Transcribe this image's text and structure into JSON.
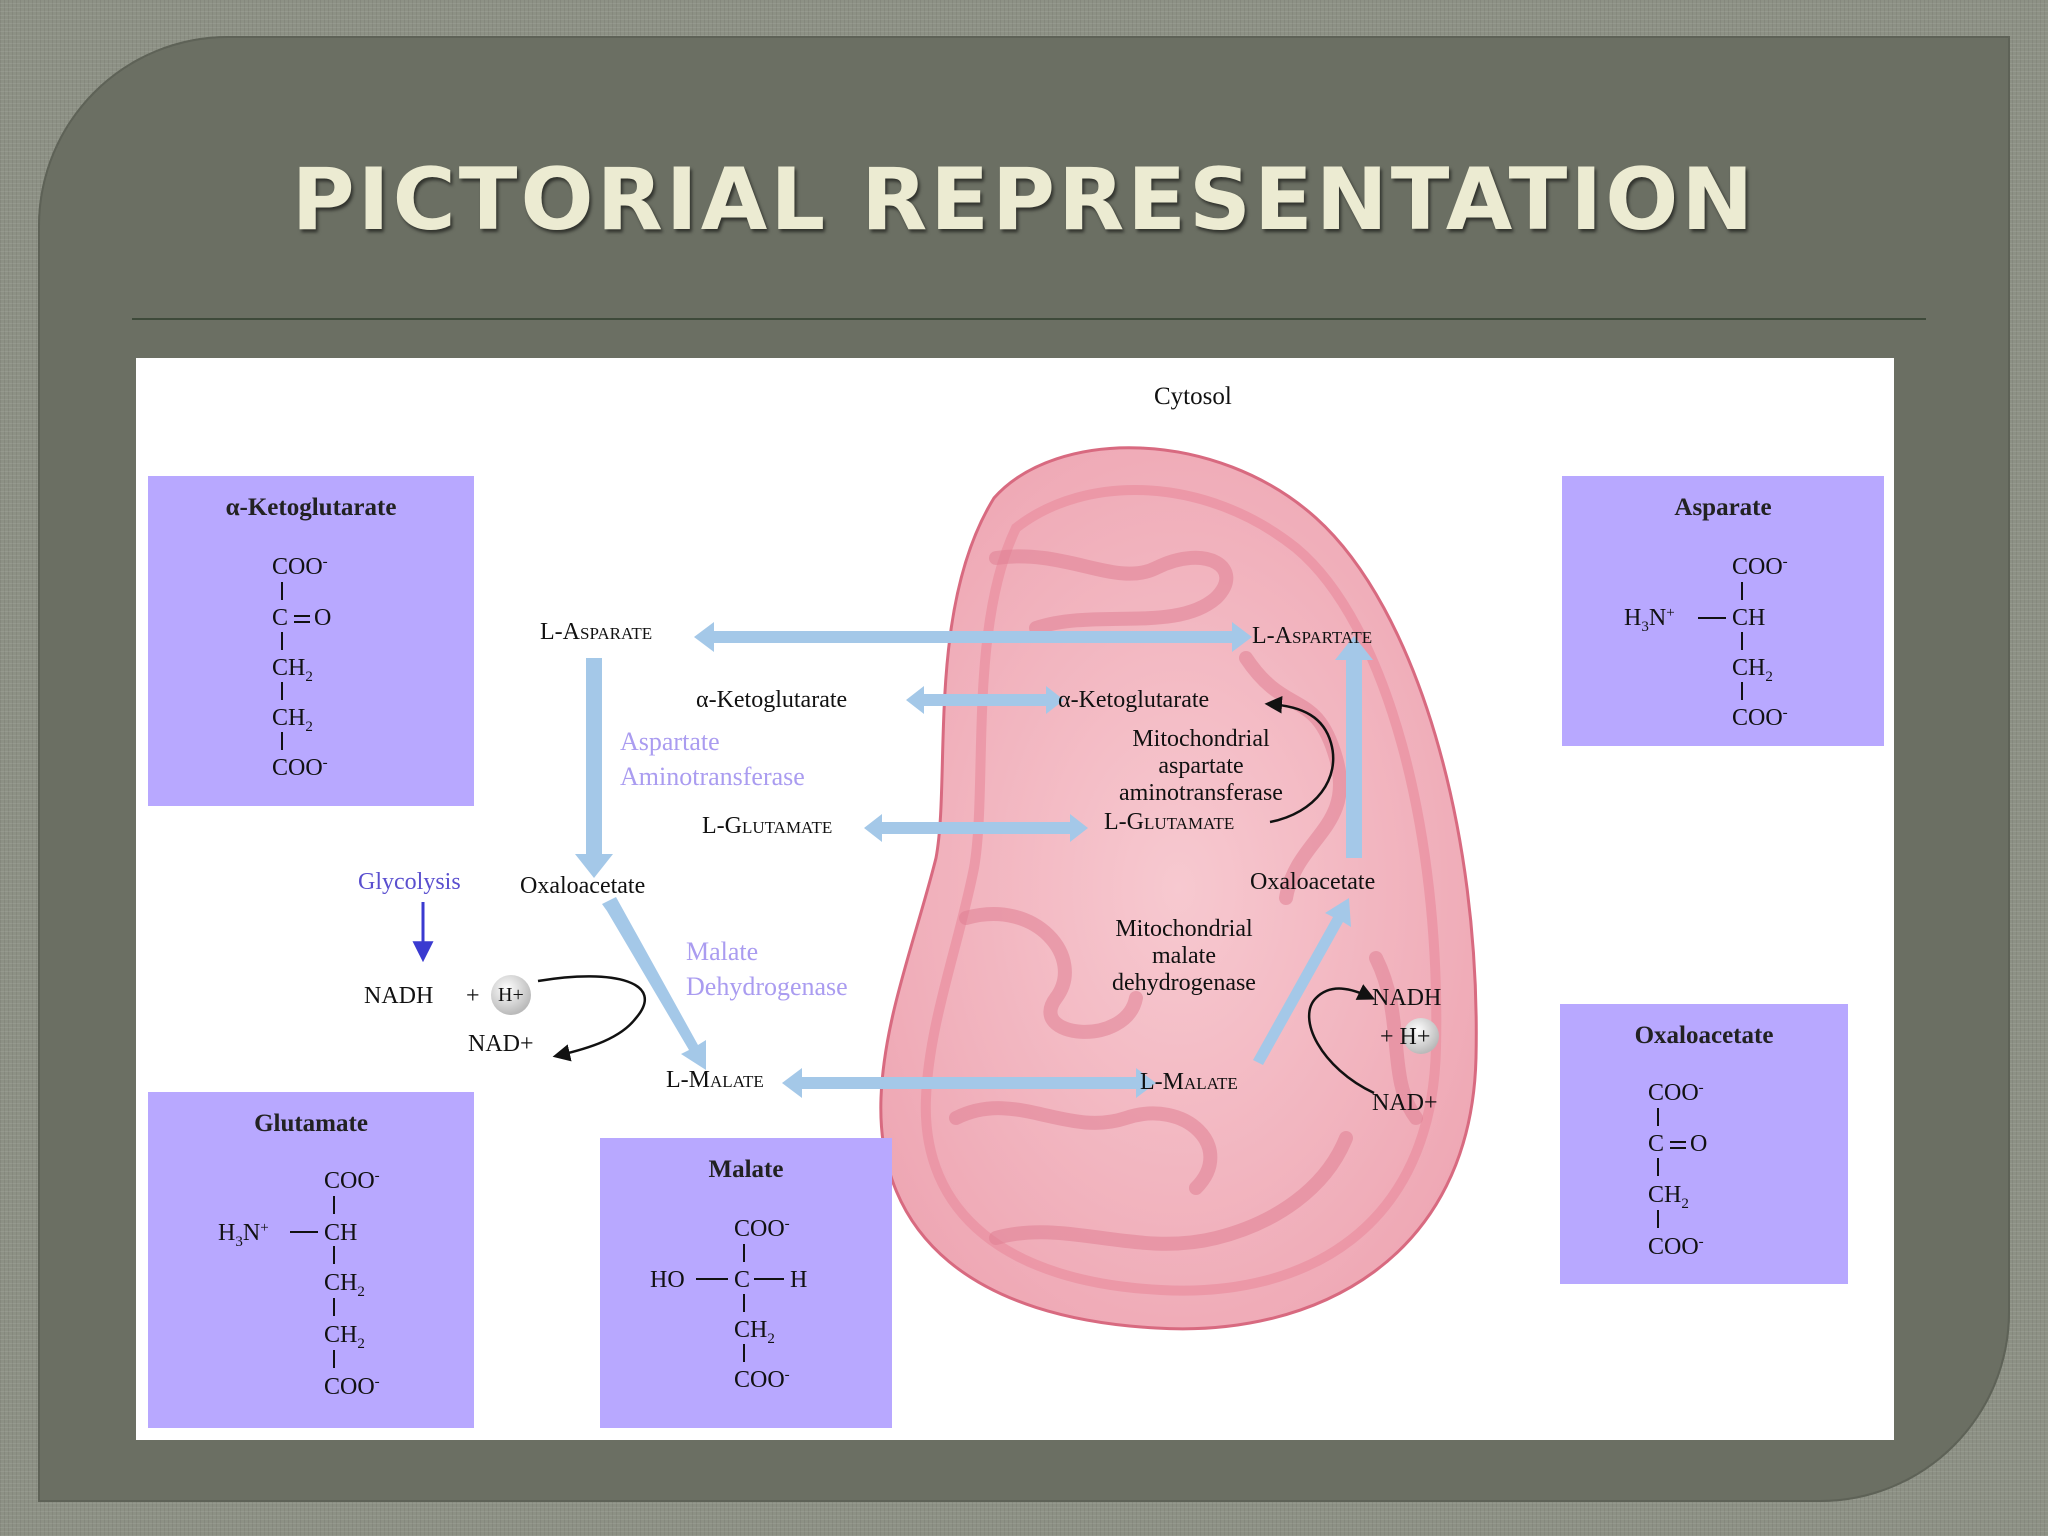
{
  "slide": {
    "title": "PICTORIAL REPRESENTATION"
  },
  "diagram": {
    "region_label": "Cytosol",
    "cytosol": {
      "l_aspartate": "L-Asparate",
      "alpha_kg": "α-Ketoglutarate",
      "l_glutamate": "L-Glutamate",
      "oxaloacetate": "Oxaloacetate",
      "l_malate": "L-Malate",
      "glycolysis": "Glycolysis",
      "nadh": "NADH",
      "plus": "+",
      "h_plus": "H+",
      "nad_plus": "NAD+",
      "enzyme_aat": [
        "Aspartate",
        "Aminotransferase"
      ],
      "enzyme_mdh": [
        "Malate",
        "Dehydrogenase"
      ]
    },
    "mitochondrion": {
      "l_aspartate": "L-Aspartate",
      "alpha_kg": "α-Ketoglutarate",
      "enzyme_aat": [
        "Mitochondrial",
        "aspartate",
        "aminotransferase"
      ],
      "l_glutamate": "L-Glutamate",
      "oxaloacetate": "Oxaloacetate",
      "enzyme_mdh": [
        "Mitochondrial",
        "malate",
        "dehydrogenase"
      ],
      "nadh": "NADH",
      "plus_h": "+ H+",
      "nad_plus": "NAD+",
      "l_malate": "L-Malate"
    },
    "structures": [
      {
        "title": "α-Ketoglutarate",
        "formula": [
          "COO-",
          "C=O",
          "CH2",
          "CH2",
          "COO-"
        ]
      },
      {
        "title": "Asparate",
        "formula": [
          "COO-",
          "H3N+ — CH",
          "CH2",
          "COO-"
        ]
      },
      {
        "title": "Glutamate",
        "formula": [
          "COO-",
          "H3N+ — CH",
          "CH2",
          "CH2",
          "COO-"
        ]
      },
      {
        "title": "Malate",
        "formula": [
          "COO-",
          "HO — C — H",
          "CH2",
          "COO-"
        ]
      },
      {
        "title": "Oxaloacetate",
        "formula": [
          "COO-",
          "C=O",
          "CH2",
          "COO-"
        ]
      }
    ],
    "colors": {
      "arrow": "#a4c8e8",
      "structure_box": "#b8a8ff",
      "enzyme_text": "#aa9cf0",
      "glycolysis_text": "#5a4fcf",
      "mitochondrion_fill": "#f0a0ae",
      "mitochondrion_edge": "#d86a80"
    }
  }
}
